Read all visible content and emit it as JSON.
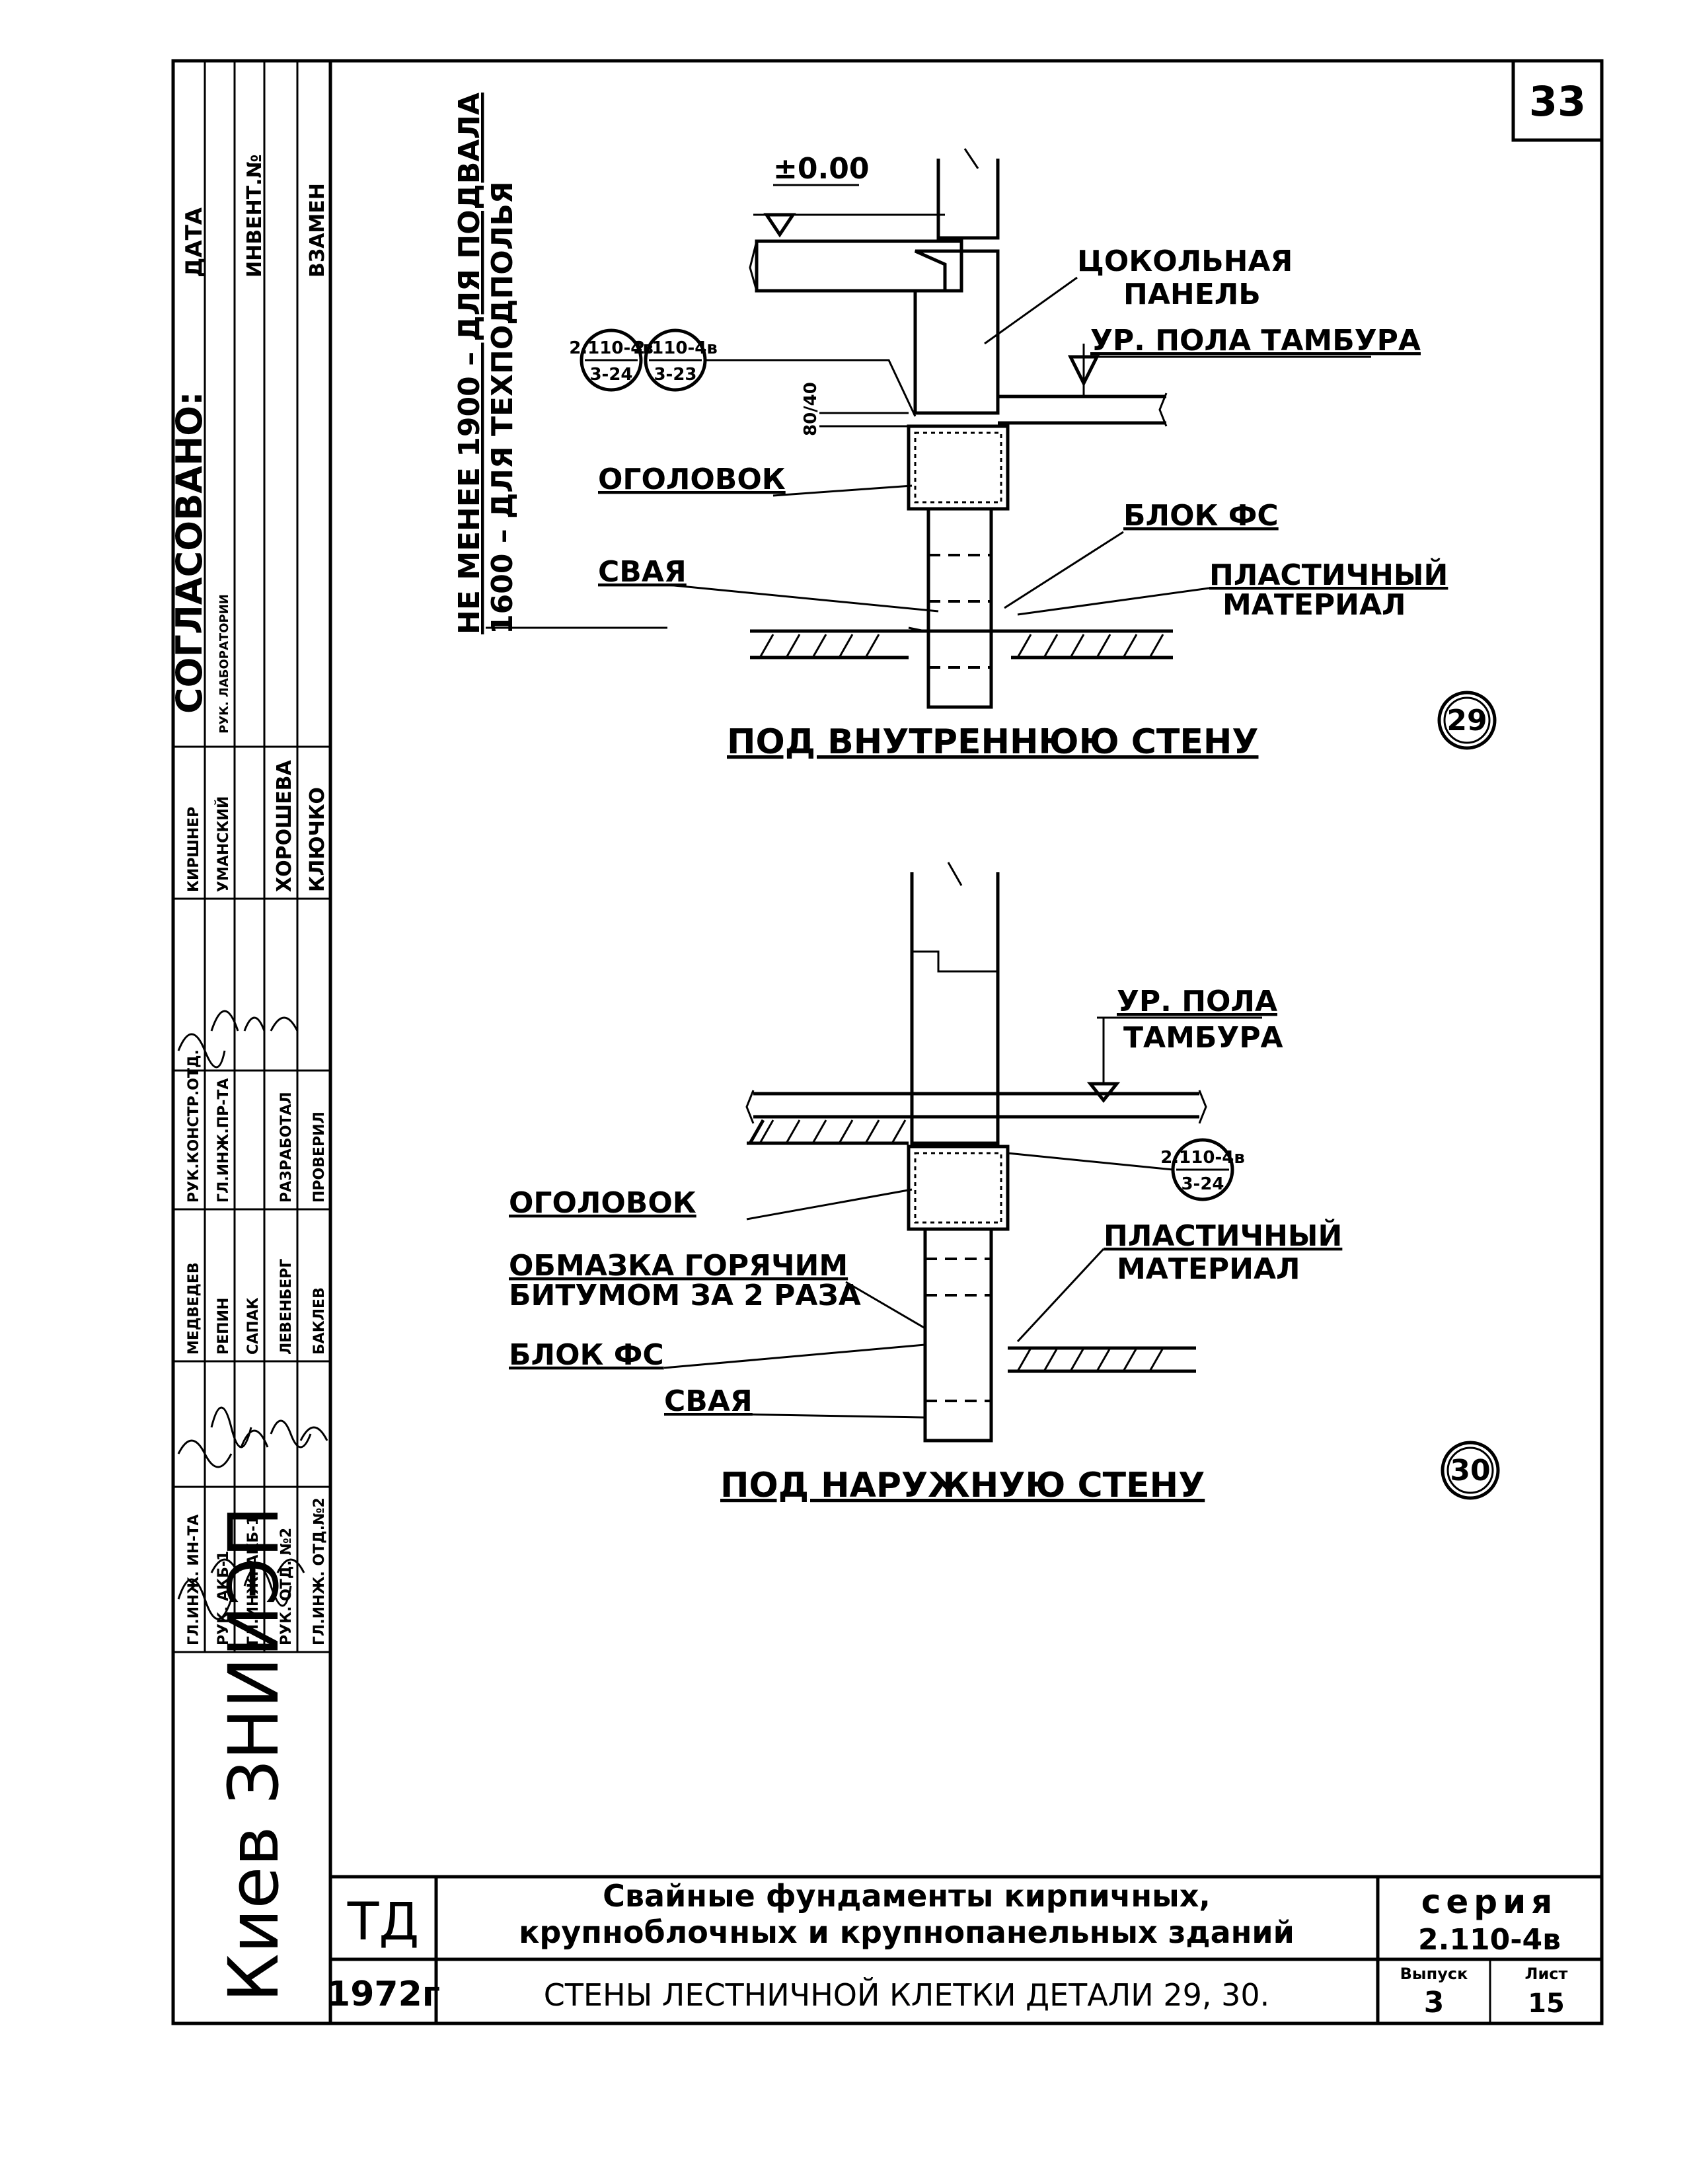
{
  "sheet_number": "33",
  "approval_block": {
    "soglasovano": "СОГЛАСОВАНО:",
    "data": "ДАТА",
    "invent": "ИНВЕНТ.№",
    "vzamen": "ВЗАМЕН",
    "positions": [
      "ГЛ.ИНЖ. ИН-ТА",
      "РУК. АКБ-1",
      "ГЛ.ИНЖ. АКБ-1",
      "РУК. ОТД. №2",
      "ГЛ.ИНЖ. ОТД.№2"
    ],
    "names_left": [
      "МЕДВЕДЕВ",
      "РЕПИН",
      "САПАК",
      "ЛЕВЕНБЕРГ",
      "БАКЛЕВ"
    ],
    "positions_right": [
      "РУК.КОНСТР.ОТД.",
      "ГЛ.ИНЖ.ПР-ТА",
      "РАЗРАБОТАЛ",
      "ПРОВЕРИЛ"
    ],
    "names_right": [
      "КИРШНЕР",
      "УМАНСКИЙ",
      "ХОРОШЕВА",
      "КЛЮЧКО"
    ],
    "lab_head": "РУК. ЛАБОРАТОРИИ",
    "org": "Киев ЗНИИЭП"
  },
  "vertical_note": {
    "line1": "НЕ МЕНЕЕ 1900 – ДЛЯ ПОДВАЛА",
    "line2": "1600 – ДЛЯ ТЕХПОДПОЛЬЯ"
  },
  "detail29": {
    "level": "±0.00",
    "plinth_panel": [
      "ЦОКОЛЬНАЯ",
      "ПАНЕЛЬ"
    ],
    "floor_level": "УР. ПОЛА ТАМБУРА",
    "ref1_top": "2.110-4в",
    "ref1_bottom": "3-24",
    "ref2_top": "2.110-4в",
    "ref2_bottom": "3-23",
    "dim": "80/40",
    "pile_cap": "ОГОЛОВОК",
    "block": "БЛОК ФС",
    "pile": "СВАЯ",
    "plastic": [
      "ПЛАСТИЧНЫЙ",
      "МАТЕРИАЛ"
    ],
    "caption": "ПОД ВНУТРЕННЮЮ СТЕНУ",
    "number": "29"
  },
  "detail30": {
    "floor_level": [
      "УР. ПОЛА",
      "ТАМБУРА"
    ],
    "ref_top": "2.110-4в",
    "ref_bottom": "3-24",
    "pile_cap": "ОГОЛОВОК",
    "plastic": [
      "ПЛАСТИЧНЫЙ",
      "МАТЕРИАЛ"
    ],
    "coating": [
      "ОБМАЗКА ГОРЯЧИМ",
      "БИТУМОМ ЗА 2 РАЗА"
    ],
    "block": "БЛОК ФС",
    "pile": "СВАЯ",
    "caption": "ПОД НАРУЖНУЮ СТЕНУ",
    "number": "30"
  },
  "title_block": {
    "td": "ТД",
    "year": "1972г",
    "title_line1": "Свайные фундаменты кирпичных,",
    "title_line2": "крупноблочных и крупнопанельных зданий",
    "subtitle": "СТЕНЫ ЛЕСТНИЧНОЙ КЛЕТКИ ДЕТАЛИ 29, 30.",
    "seria_label": "серия",
    "seria_value": "2.110-4в",
    "vypusk_label": "Выпуск",
    "vypusk_value": "3",
    "list_label": "Лист",
    "list_value": "15"
  }
}
